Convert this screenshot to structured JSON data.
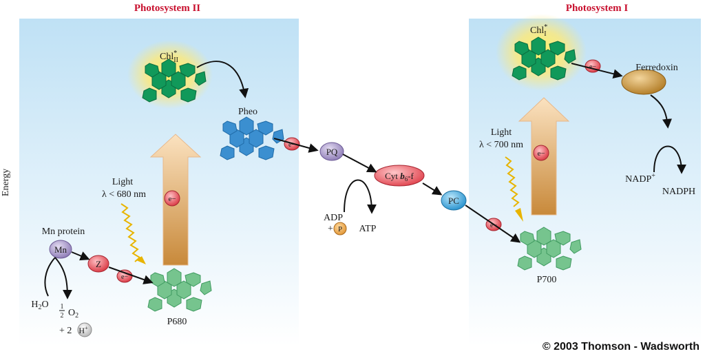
{
  "titles": {
    "ps2": "Photosystem II",
    "ps1": "Photosystem I"
  },
  "axis": {
    "energy": "Energy"
  },
  "labels": {
    "chl2": "Chl*II",
    "chl1": "Chl*I",
    "pheo": "Pheo",
    "pq": "PQ",
    "cyt": "Cyt b6-f",
    "pc": "PC",
    "ferredoxin": "Ferredoxin",
    "nadp": "NADP+",
    "nadph": "NADPH",
    "light2": "Light",
    "lambda2": "λ < 680 nm",
    "light1": "Light",
    "lambda1": "λ < 700 nm",
    "mn_protein": "Mn protein",
    "mn": "Mn",
    "z": "Z",
    "electron": "e−",
    "h2o": "H2O",
    "o2": "½ O2",
    "h_plus": "+ 2 H+",
    "p680": "P680",
    "p700": "P700",
    "adp": "ADP",
    "p_plus": "+ P",
    "atp": "ATP"
  },
  "copyright": "© 2003 Thomson - Wadsworth",
  "colors": {
    "title_red": "#c8102e",
    "chl_green": "#11995a",
    "p_green": "#76c48e",
    "pheo_blue": "#3b8fd0",
    "electron_red": "#e34a55",
    "pq_purple": "#9f8fc2",
    "pc_blue": "#3ba6dd",
    "ferredoxin_brown": "#c4923a",
    "arrow_orange": "#d6883a",
    "light_yellow": "#f2c400"
  }
}
